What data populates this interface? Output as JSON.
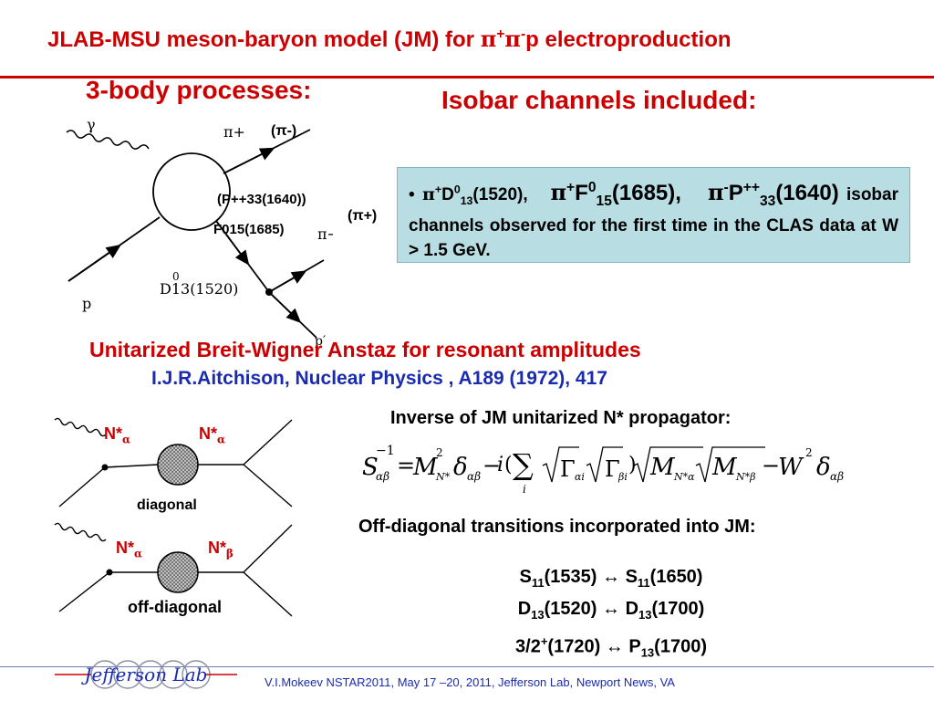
{
  "header": {
    "title_prefix": "JLAB-MSU meson-baryon model (JM) for ",
    "title_pi": "π",
    "title_plus": "+",
    "title_pi2": "π",
    "title_minus": "-",
    "title_suffix": "p electroproduction"
  },
  "three_body": {
    "label": "3-body processes:"
  },
  "isobar": {
    "label": "Isobar channels included",
    "colon": ":"
  },
  "diagram_top": {
    "gamma": "γ",
    "pi_plus": "π+",
    "pi_minus_paren": "(π-)",
    "pi_minus": "π−",
    "pi_plus_paren": "(π+)",
    "p_label": "p",
    "p_prime": "p′",
    "p33": "(P++33(1640))",
    "f015": "F015(1685)",
    "d13_sup": "0",
    "d13": "D13(1520)"
  },
  "box": {
    "bullet": "•",
    "pi": "π",
    "plus": "+",
    "D": "D",
    "sup0": "0",
    "sub13": "13",
    "val1": "(1520),",
    "F": "F",
    "sub15": "15",
    "val2": "(1685),",
    "minus": "-",
    "P": "P",
    "pp": "++",
    "sub33": "33",
    "val3": "(1640)",
    "rest": "isobar channels observed for the first time in the CLAS data at W > 1.5 GeV."
  },
  "unitarized": {
    "label": "Unitarized Breit-Wigner Anstaz for resonant amplitudes"
  },
  "reference": {
    "label": "I.J.R.Aitchison, Nuclear Physics , A189 (1972), 417"
  },
  "inverse": {
    "label": "Inverse of JM unitarized N* propagator:"
  },
  "diagrams_bottom": {
    "n_star": "N*",
    "alpha": "α",
    "beta": "β",
    "diagonal": "diagonal",
    "off_diagonal": "off-diagonal"
  },
  "offdiag": {
    "label": "Off-diagonal transitions incorporated into JM:"
  },
  "transitions": [
    {
      "a": "S",
      "a_sub": "11",
      "a_val": "(1535)",
      "arrow": "↔",
      "b": "S",
      "b_sub": "11",
      "b_val": "(1650)"
    },
    {
      "a": "D",
      "a_sub": "13",
      "a_val": "(1520)",
      "arrow": "↔",
      "b": "D",
      "b_sub": "13",
      "b_val": "(1700)"
    },
    {
      "a": "3/2",
      "a_sup": "+",
      "a_val": "(1720)",
      "arrow": "↔",
      "b": "P",
      "b_sub": "13",
      "b_val": "(1700)"
    }
  ],
  "footer": {
    "text": "V.I.Mokeev   NSTAR2011, May  17 –20, 2011, Jefferson Lab, Newport News, VA",
    "logo": "Jefferson Lab"
  },
  "colors": {
    "title_red": "#cc0000",
    "blue": "#1a2bb0",
    "box_bg": "#b8dde3"
  }
}
